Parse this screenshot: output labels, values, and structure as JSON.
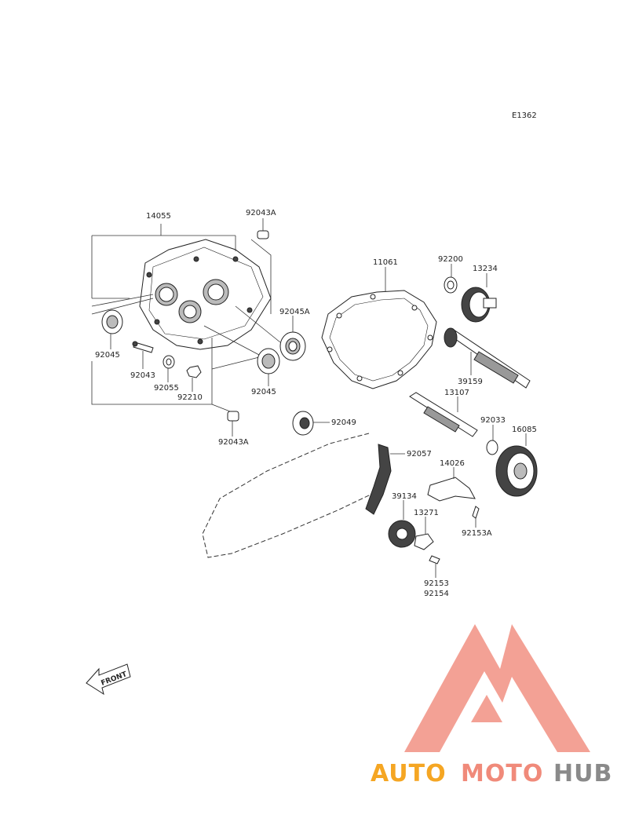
{
  "diagram_code": "E1362",
  "labels": {
    "p14055": "14055",
    "p92043A_top": "92043A",
    "p92045A": "92045A",
    "p92045_left": "92045",
    "p92043": "92043",
    "p92055": "92055",
    "p92210": "92210",
    "p92045_mid": "92045",
    "p92043A_bot": "92043A",
    "p11061": "11061",
    "p92200": "92200",
    "p13234": "13234",
    "p39159": "39159",
    "p13107": "13107",
    "p92033": "92033",
    "p16085": "16085",
    "p92049": "92049",
    "p92057": "92057",
    "p14026": "14026",
    "p39134": "39134",
    "p13271": "13271",
    "p92153A": "92153A",
    "p92153": "92153",
    "p92154": "92154"
  },
  "front_marker": "FRONT",
  "watermark": {
    "brand_part1": "AUTO",
    "brand_part2": "MOTO",
    "brand_part3": "HUB",
    "color_orange": "#f5a623",
    "color_pink": "#f08a7a",
    "color_gray": "#8a8a8a"
  }
}
